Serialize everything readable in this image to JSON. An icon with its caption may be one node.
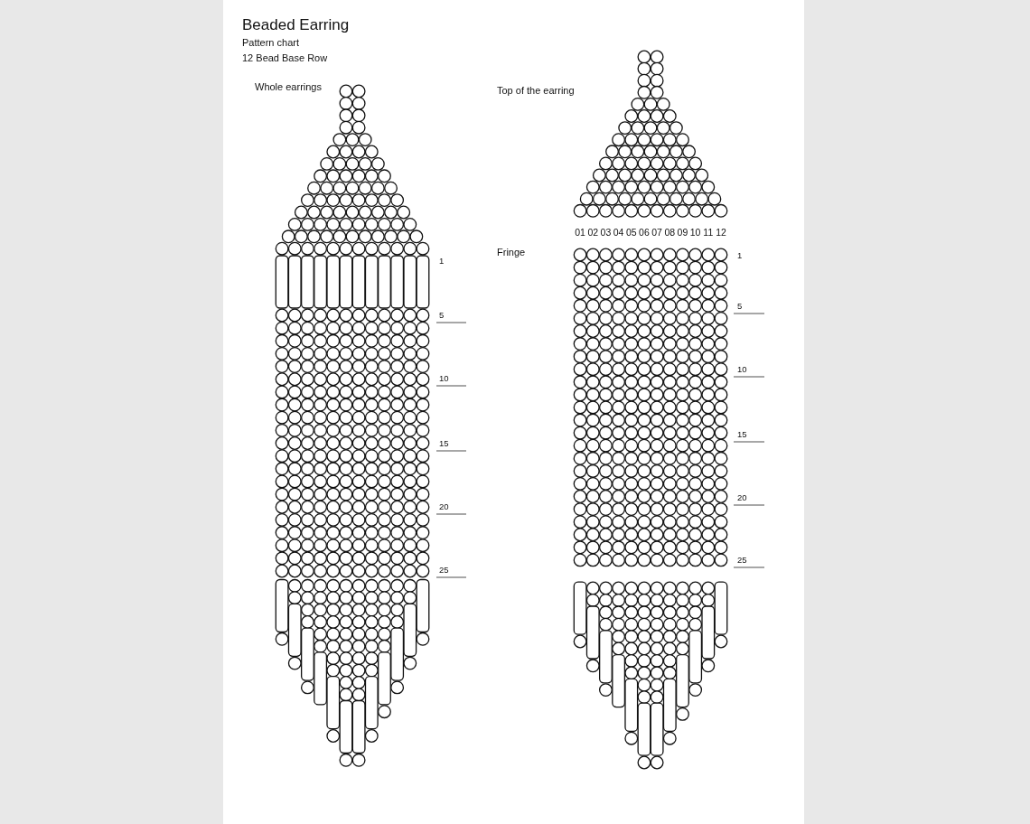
{
  "diagram": {
    "title": "Beaded Earring",
    "labels": [
      "Pattern chart",
      "12 Bead Base Row",
      "Whole earrings",
      "Top of the earring",
      "01",
      "02",
      "03",
      "04",
      "05",
      "06",
      "07",
      "08",
      "09",
      "10",
      "11",
      "12",
      "Fringe",
      "1",
      "5",
      "10",
      "15",
      "20",
      "25",
      "1",
      "5",
      "10",
      "15",
      "20",
      "25"
    ]
  }
}
